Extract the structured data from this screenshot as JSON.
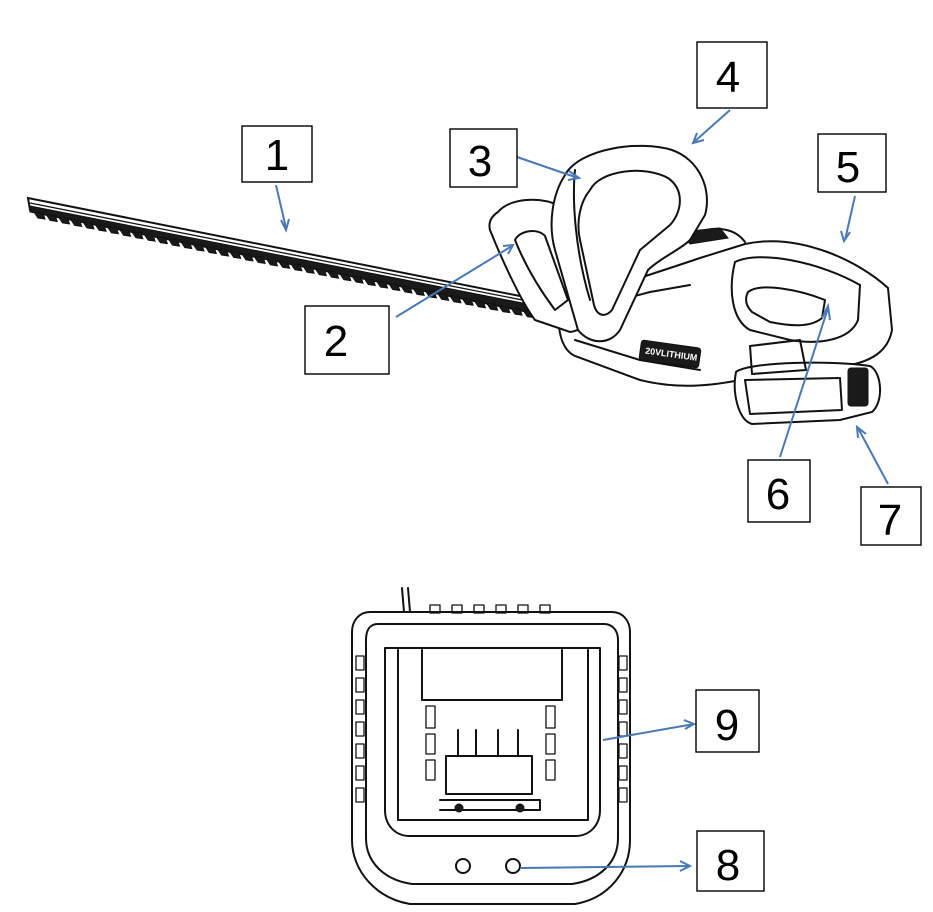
{
  "callouts": [
    {
      "id": "1",
      "label": "1"
    },
    {
      "id": "2",
      "label": "2"
    },
    {
      "id": "3",
      "label": "3"
    },
    {
      "id": "4",
      "label": "4"
    },
    {
      "id": "5",
      "label": "5"
    },
    {
      "id": "6",
      "label": "6"
    },
    {
      "id": "7",
      "label": "7"
    },
    {
      "id": "8",
      "label": "8"
    },
    {
      "id": "9",
      "label": "9"
    }
  ],
  "trimmer": {
    "battery_marking": "20VLITHIUM"
  },
  "colors": {
    "leader": "#4a78b5",
    "ink": "#111111",
    "box_border": "#000000"
  },
  "icons": [
    "hedge-trimmer-drawing",
    "battery-charger-drawing"
  ]
}
